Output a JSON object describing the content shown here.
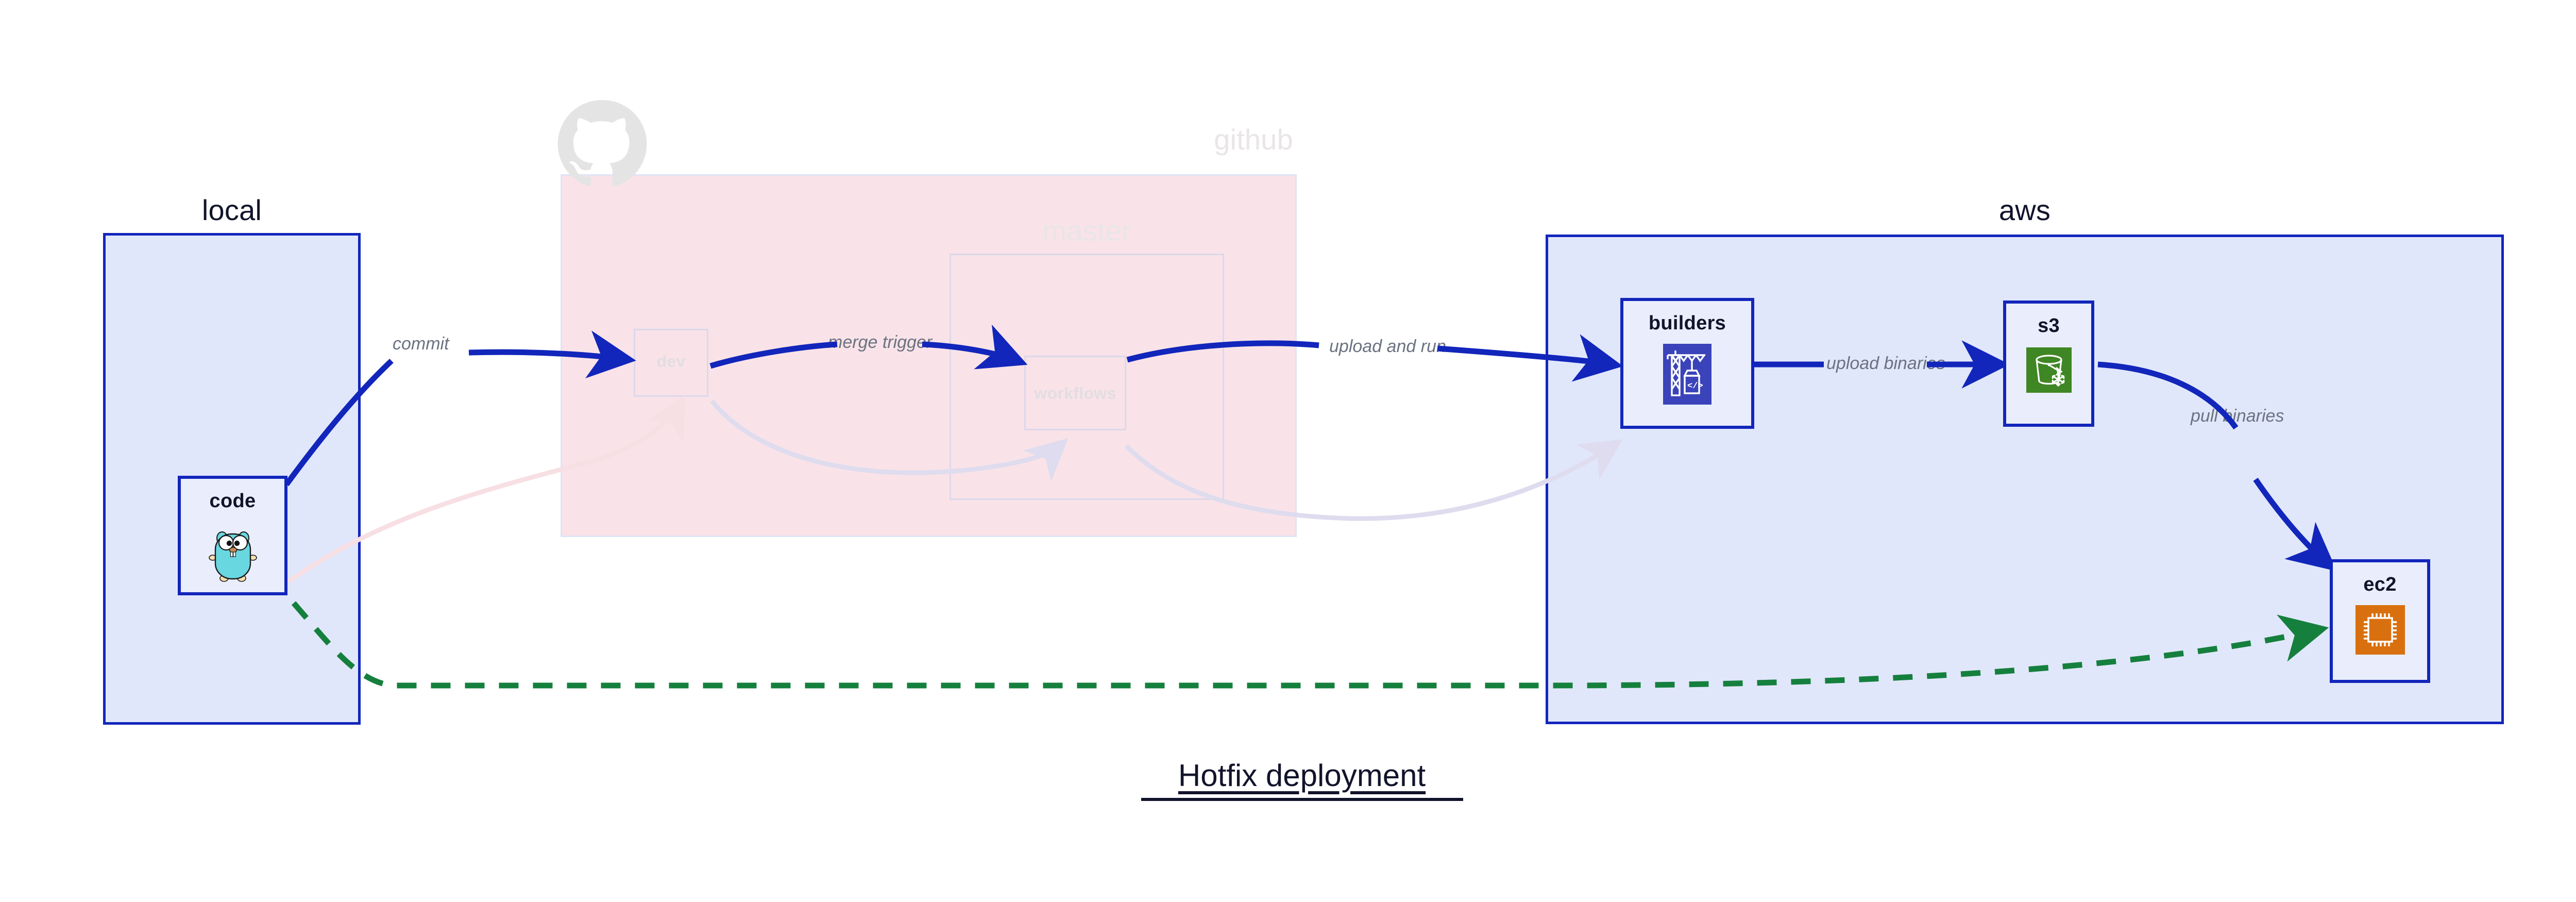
{
  "diagram": {
    "title": "Hotfix deployment",
    "colors": {
      "group_blue_border": "#1226bb",
      "group_blue_fill": "#e1e7fb",
      "group_pink_fill": "#f9e3e8",
      "group_pink_border": "#dfe4f4",
      "edge_blue": "#1226bb",
      "edge_green": "#15803d",
      "edge_faded_pink": "#f7dfe4",
      "edge_faded_lavender": "#dedcee",
      "label_gray": "#6b7280",
      "text_dark": "#12142b",
      "faded_text": "#e5e1e5",
      "s3_green": "#3f8624",
      "ec2_orange": "#d9700f",
      "codebuild_indigo": "#3b43ba",
      "gopher_cyan": "#69d7e0",
      "github_logo_gray": "#e4e4e4"
    }
  },
  "groups": [
    {
      "id": "local",
      "label": "local",
      "style": "solid-blue"
    },
    {
      "id": "github",
      "label": "github",
      "style": "faded-pink",
      "logo": "github-octocat-icon"
    },
    {
      "id": "master",
      "label": "master",
      "style": "faded-pink-inner"
    },
    {
      "id": "aws",
      "label": "aws",
      "style": "solid-blue"
    }
  ],
  "nodes": [
    {
      "id": "code",
      "label": "code",
      "icon": "go-gopher-icon",
      "group": "local",
      "faded": false
    },
    {
      "id": "dev",
      "label": "dev",
      "icon": "none",
      "group": "github",
      "faded": true
    },
    {
      "id": "workflows",
      "label": "workflows",
      "icon": "none",
      "group": "master",
      "faded": true
    },
    {
      "id": "builders",
      "label": "builders",
      "icon": "aws-codebuild-icon",
      "group": "aws",
      "faded": false
    },
    {
      "id": "s3",
      "label": "s3",
      "icon": "aws-s3-glacier-icon",
      "group": "aws",
      "faded": false
    },
    {
      "id": "ec2",
      "label": "ec2",
      "icon": "aws-ec2-icon",
      "group": "aws",
      "faded": false
    }
  ],
  "edges": [
    {
      "id": "e1",
      "from": "code",
      "to": "dev",
      "label": "commit",
      "style": "solid-blue",
      "faded": false
    },
    {
      "id": "e2",
      "from": "dev",
      "to": "workflows",
      "label": "merge trigger",
      "style": "solid-blue",
      "faded": false
    },
    {
      "id": "e3",
      "from": "workflows",
      "to": "builders",
      "label": "upload and run",
      "style": "solid-blue",
      "faded": false
    },
    {
      "id": "e4",
      "from": "builders",
      "to": "s3",
      "label": "upload binaries",
      "style": "solid-blue",
      "faded": false
    },
    {
      "id": "e5",
      "from": "s3",
      "to": "ec2",
      "label": "pull binaries",
      "style": "solid-blue",
      "faded": false
    },
    {
      "id": "e6",
      "from": "code",
      "to": "ec2",
      "label": "",
      "style": "dashed-green",
      "faded": false
    },
    {
      "id": "g1",
      "from": "code",
      "to": "dev",
      "label": "",
      "style": "solid-pink",
      "faded": true
    },
    {
      "id": "g2",
      "from": "dev",
      "to": "workflows",
      "label": "",
      "style": "solid-lavender",
      "faded": true
    },
    {
      "id": "g3",
      "from": "workflows",
      "to": "builders",
      "label": "",
      "style": "solid-lavender",
      "faded": true
    }
  ]
}
